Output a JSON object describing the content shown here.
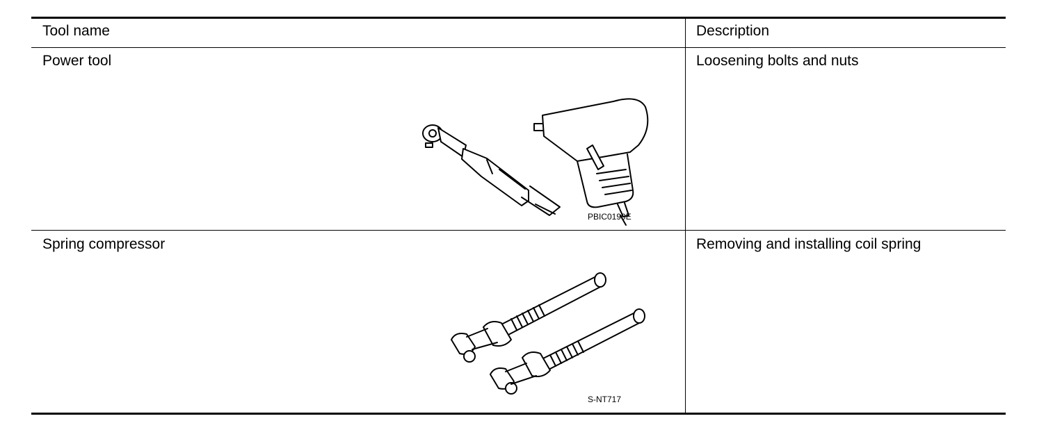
{
  "table": {
    "headers": {
      "tool_name": "Tool name",
      "description": "Description"
    },
    "rows": [
      {
        "tool_name": "Power tool",
        "description": "Loosening bolts and nuts",
        "figure_code": "PBIC0190E",
        "illustration": "ratchet-and-impact-wrench-illustration"
      },
      {
        "tool_name": "Spring compressor",
        "description": "Removing and installing coil spring",
        "figure_code": "S-NT717",
        "illustration": "spring-compressor-illustration"
      }
    ]
  }
}
